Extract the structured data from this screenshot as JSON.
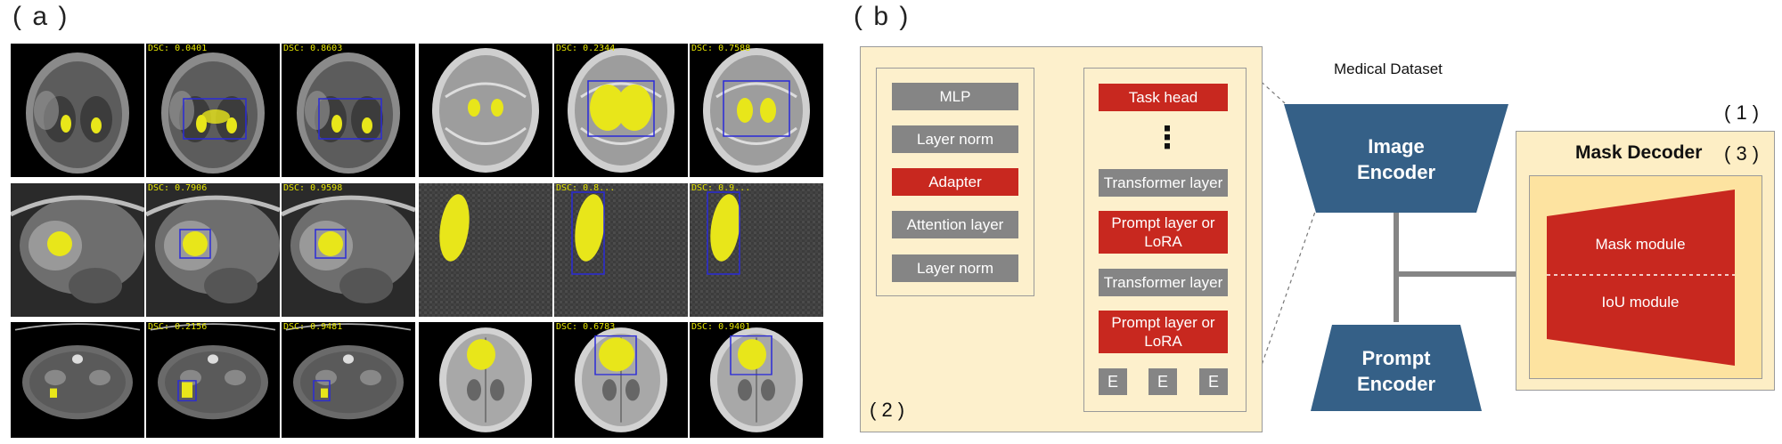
{
  "panel_a": {
    "label": "( a )",
    "left_grid": {
      "rows": [
        {
          "kind": "brain-t1",
          "dsc": [
            "",
            "DSC: 0.0401",
            "DSC: 0.8603"
          ]
        },
        {
          "kind": "cardiac",
          "dsc": [
            "",
            "DSC: 0.7906",
            "DSC: 0.9598"
          ]
        },
        {
          "kind": "abdomen-ct",
          "dsc": [
            "",
            "DSC: 0.2156",
            "DSC: 0.9481"
          ]
        }
      ]
    },
    "right_grid": {
      "rows": [
        {
          "kind": "brain-flair",
          "dsc": [
            "",
            "DSC: 0.2344",
            "DSC: 0.7588"
          ]
        },
        {
          "kind": "ultrasound",
          "dsc": [
            "",
            "DSC: 0.8...",
            "DSC: 0.9..."
          ]
        },
        {
          "kind": "brain-dwi",
          "dsc": [
            "",
            "DSC: 0.6783",
            "DSC: 0.9401"
          ]
        }
      ]
    },
    "colors": {
      "mask": "#e8e61a",
      "box": "#2a2ad8",
      "dsc_text": "#e6e600"
    }
  },
  "panel_b": {
    "label": "( b )",
    "region_2_label": "( 2 )",
    "region_1_label": "( 1 )",
    "region_3_label": "( 3 )",
    "layer_stack": [
      "MLP",
      "Layer norm",
      "Adapter",
      "Attention layer",
      "Layer norm"
    ],
    "encoder_stack": {
      "task_head": "Task head",
      "ellipsis": "⋮",
      "transformer_1": "Transformer layer",
      "prompt_1": "Prompt layer or LoRA",
      "transformer_2": "Transformer layer",
      "prompt_2": "Prompt layer or LoRA",
      "embeddings": [
        "E",
        "E",
        "E"
      ]
    },
    "dataset_label": "Medical Dataset",
    "image_encoder": "Image Encoder",
    "prompt_encoder": "Prompt Encoder",
    "mask_decoder": {
      "title": "Mask Decoder",
      "mask_module": "Mask module",
      "iou_module": "IoU module"
    },
    "colors": {
      "panel_bg": "#fdf0cc",
      "encoder_blue": "#356087",
      "red": "#c8281f",
      "gray": "#858585",
      "decoder_outer": "#fdeec5",
      "decoder_inner": "#fde3a0"
    }
  }
}
